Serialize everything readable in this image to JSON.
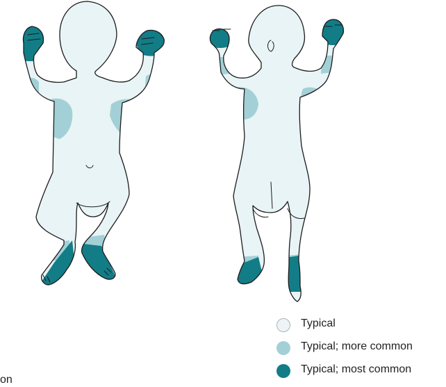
{
  "colors": {
    "skin": "#e8f4f5",
    "outline": "#1b1b1b",
    "more_common": "#a3d0d6",
    "most_common": "#127d87",
    "typical_swatch_border": "#a9b3b6"
  },
  "legend": {
    "items": [
      {
        "label": "Typical",
        "color": "#eef4f6",
        "icon": "light-circle-icon"
      },
      {
        "label": "Typical; more common",
        "color": "#a3d0d6",
        "icon": "mid-circle-icon"
      },
      {
        "label": "Typical; most common",
        "color": "#127d87",
        "icon": "dark-circle-icon"
      }
    ]
  },
  "fragment_text": "on"
}
